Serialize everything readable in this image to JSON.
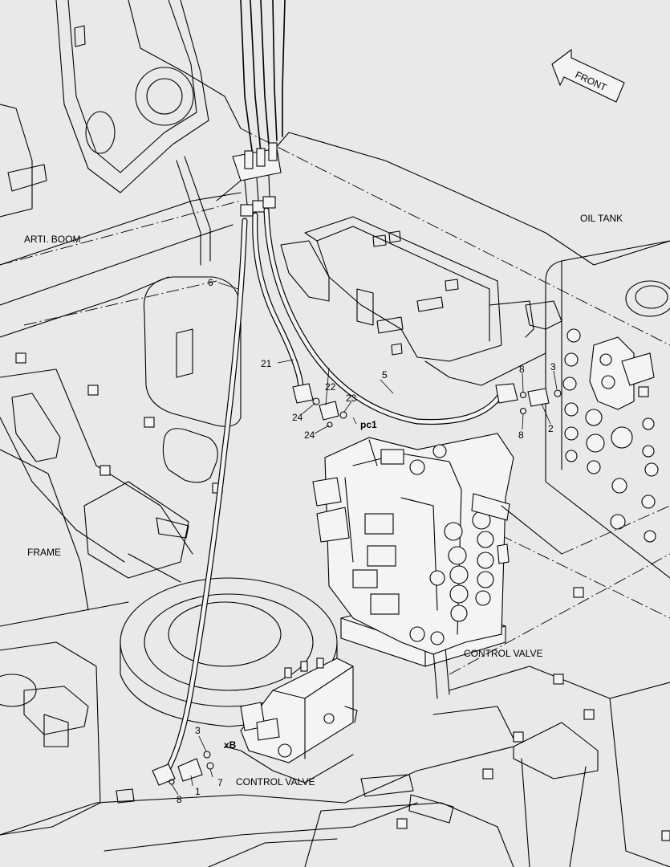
{
  "labels": {
    "front": "FRONT",
    "arti_boom": "ARTI. BOOM",
    "oil_tank": "OIL TANK",
    "frame": "FRAME",
    "control_valve_main": "CONTROL VALVE",
    "control_valve_lower": "CONTROL VALVE",
    "port_pc1": "pc1",
    "port_xb": "xB"
  },
  "callouts": {
    "c6": "6",
    "c21": "21",
    "c5": "5",
    "c22": "22",
    "c23": "23",
    "c24a": "24",
    "c24b": "24",
    "c8a": "8",
    "c3a": "3",
    "c8b": "8",
    "c2": "2",
    "c3b": "3",
    "c7": "7",
    "c1": "1",
    "c8c": "8"
  }
}
